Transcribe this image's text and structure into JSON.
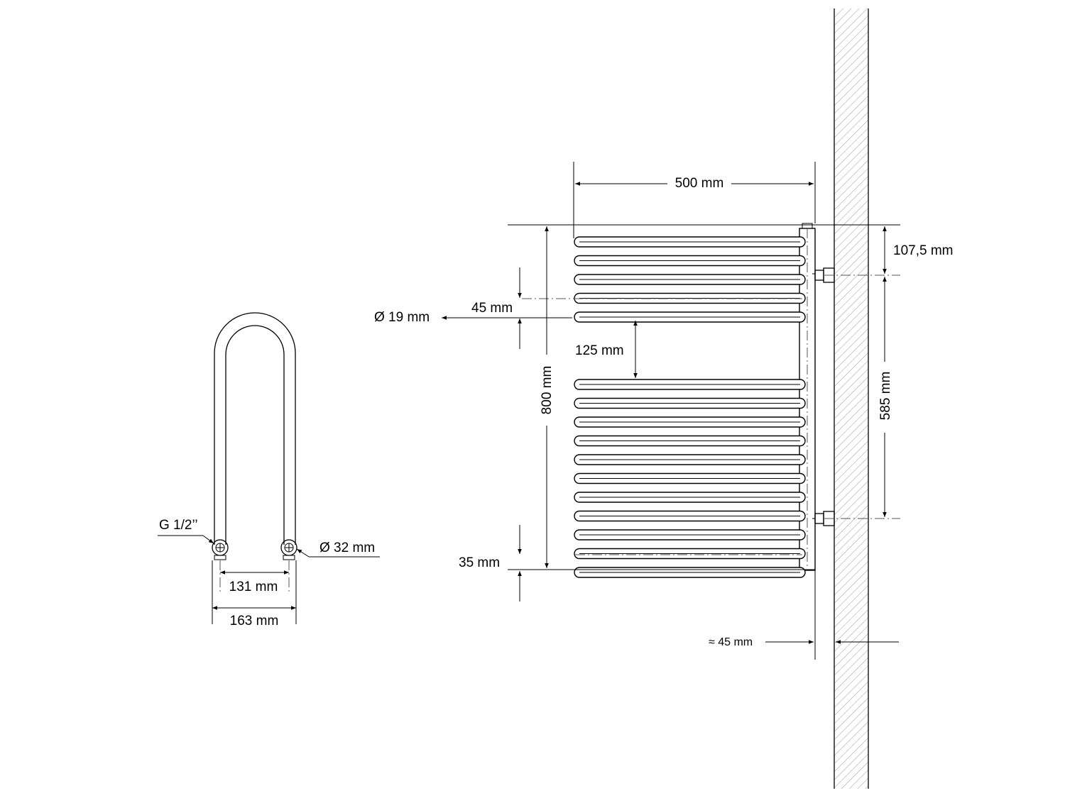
{
  "side_view": {
    "thread_label": "G 1/2’’",
    "pipe_diameter_label": "Ø 32 mm",
    "inner_spacing_label": "131 mm",
    "outer_spacing_label": "163 mm"
  },
  "front_view": {
    "width_label": "500 mm",
    "height_label": "800 mm",
    "bar_diameter_label": "Ø 19 mm",
    "bar_spacing_label": "45 mm",
    "gap_label": "125 mm",
    "bottom_offset_label": "35 mm",
    "top_offset_label": "107,5 mm",
    "connection_spacing_label": "585 mm",
    "wall_distance_label": "≈ 45 mm",
    "upper_bar_count": 5,
    "lower_bar_count": 11
  }
}
